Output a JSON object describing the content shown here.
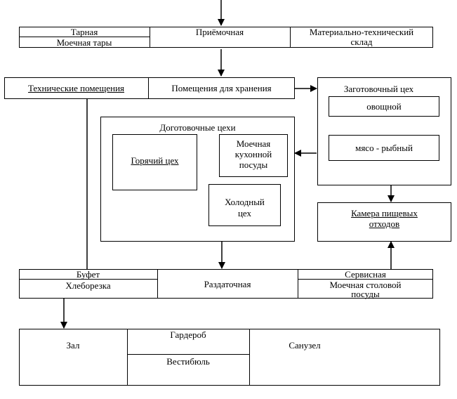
{
  "row1": {
    "tara": "Тарная",
    "moika_tary": "Моечная тары",
    "priemochnaya": "Приёмочная",
    "sklad_line1": "Материально-технический",
    "sklad_line2": "склад"
  },
  "row2": {
    "tech": "Технические помещения",
    "storage": "Помещения для хранения"
  },
  "zagotovochny": {
    "title": "Заготовочный цех",
    "veg": "овощной",
    "meat": "мясо - рыбный"
  },
  "dogotovochnye": {
    "title": "Доготовочные цехи",
    "hot": "Горячий цех",
    "wash_line1": "Моечная",
    "wash_line2": "кухонной",
    "wash_line3": "посуды",
    "cold_line1": "Холодный",
    "cold_line2": "цех"
  },
  "waste": {
    "line1": "Камера пищевых",
    "line2": "отходов"
  },
  "row4": {
    "bufet": "Буфет",
    "hleb": "Хлеборезка",
    "razdat": "Раздаточная",
    "servis": "Сервисная",
    "moika_line1": "Моечная столовой",
    "moika_line2": "посуды"
  },
  "row5": {
    "zal": "Зал",
    "garderob": "Гардероб",
    "vestibul": "Вестибюль",
    "sanuzel": "Санузел"
  }
}
